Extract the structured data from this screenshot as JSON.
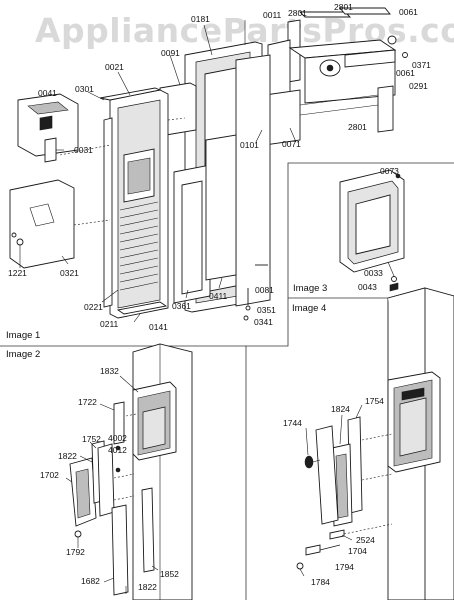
{
  "watermark": "AppliancePartsPros.com",
  "image_labels": {
    "image1": "Image 1",
    "image2": "Image 2",
    "image3": "Image 3",
    "image4": "Image 4"
  },
  "parts": {
    "p0181": "0181",
    "p0011": "0011",
    "p2801a": "2801",
    "p2801b": "2801",
    "p0061a": "0061",
    "p0091": "0091",
    "p0021": "0021",
    "p0041": "0041",
    "p0301": "0301",
    "p0031": "0031",
    "p0371": "0371",
    "p0061b": "0061",
    "p0291": "0291",
    "p2801c": "2801",
    "p0101": "0101",
    "p0071": "0071",
    "p1221": "1221",
    "p0321": "0321",
    "p0221": "0221",
    "p0361": "0361",
    "p0411": "0411",
    "p0081": "0081",
    "p0351": "0351",
    "p0341": "0341",
    "p0211": "0211",
    "p0141": "0141",
    "p0073": "0073",
    "p0033": "0033",
    "p0043": "0043",
    "p1832": "1832",
    "p1722": "1722",
    "p1752": "1752",
    "p1822a": "1822",
    "p1702": "1702",
    "p4002": "4002",
    "p4012": "4012",
    "p1792": "1792",
    "p1682": "1682",
    "p1852": "1852",
    "p1822b": "1822",
    "p1824": "1824",
    "p1754": "1754",
    "p1744": "1744",
    "p2524": "2524",
    "p1704": "1704",
    "p1794": "1794",
    "p1784": "1784"
  }
}
